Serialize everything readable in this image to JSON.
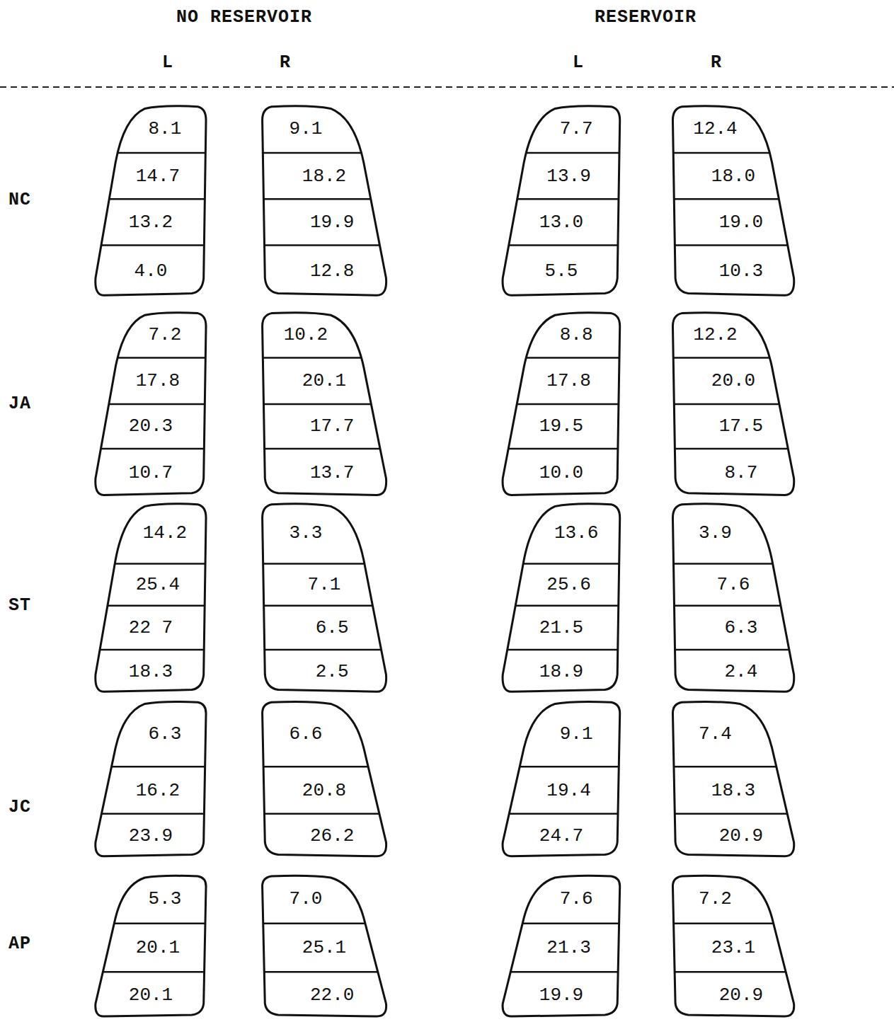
{
  "diagram": {
    "nodes": [
      {
        "text": []
      },
      {
        "text": [
          "8.1"
        ],
        "in": 0
      },
      {
        "text": [
          "14.7"
        ],
        "in": 0
      },
      {
        "text": [
          "13.2"
        ],
        "in": 0
      },
      {
        "text": [
          "4.0"
        ],
        "in": 0
      },
      {
        "text": []
      },
      {
        "text": [
          "9.1"
        ],
        "in": 5
      },
      {
        "text": [
          "18.2"
        ],
        "in": 5
      },
      {
        "text": [
          "19.9"
        ],
        "in": 5
      },
      {
        "text": [
          "12.8"
        ],
        "in": 5
      },
      {
        "text": []
      },
      {
        "text": [
          "7.7"
        ],
        "in": 10
      },
      {
        "text": [
          "13.9"
        ],
        "in": 10
      },
      {
        "text": [
          "13.0"
        ],
        "in": 10
      },
      {
        "text": [
          "5.5"
        ],
        "in": 10
      },
      {
        "text": []
      },
      {
        "text": [
          "12.4"
        ],
        "in": 15
      },
      {
        "text": [
          "18.0"
        ],
        "in": 15
      },
      {
        "text": [
          "19.0"
        ],
        "in": 15
      },
      {
        "text": [
          "10.3"
        ],
        "in": 15
      },
      {
        "text": []
      },
      {
        "text": [
          "7.2"
        ],
        "in": 20
      },
      {
        "text": [
          "17.8"
        ],
        "in": 20
      },
      {
        "text": [
          "20.3"
        ],
        "in": 20
      },
      {
        "text": [
          "10.7"
        ],
        "in": 20
      },
      {
        "text": []
      },
      {
        "text": [
          "10.2"
        ],
        "in": 25
      },
      {
        "text": [
          "20.1"
        ],
        "in": 25
      },
      {
        "text": [
          "17.7"
        ],
        "in": 25
      },
      {
        "text": [
          "13.7"
        ],
        "in": 25
      },
      {
        "text": []
      },
      {
        "text": [
          "8.8"
        ],
        "in": 30
      },
      {
        "text": [
          "17.8"
        ],
        "in": 30
      },
      {
        "text": [
          "19.5"
        ],
        "in": 30
      },
      {
        "text": [
          "10.0"
        ],
        "in": 30
      },
      {
        "text": []
      },
      {
        "text": [
          "12.2"
        ],
        "in": 35
      },
      {
        "text": [
          "20.0"
        ],
        "in": 35
      },
      {
        "text": [
          "17.5"
        ],
        "in": 35
      },
      {
        "text": [
          "8.7"
        ],
        "in": 35
      },
      {
        "text": []
      },
      {
        "text": [
          "14.2"
        ],
        "in": 40
      },
      {
        "text": [
          "25.4"
        ],
        "in": 40
      },
      {
        "text": [
          "22 7"
        ],
        "in": 40
      },
      {
        "text": [
          "18.3"
        ],
        "in": 40
      },
      {
        "text": []
      },
      {
        "text": [
          "3.3"
        ],
        "in": 45
      },
      {
        "text": [
          "7.1"
        ],
        "in": 45
      },
      {
        "text": [
          "6.5"
        ],
        "in": 45
      },
      {
        "text": [
          "2.5"
        ],
        "in": 45
      },
      {
        "text": []
      },
      {
        "text": [
          "13.6"
        ],
        "in": 50
      },
      {
        "text": [
          "25.6"
        ],
        "in": 50
      },
      {
        "text": [
          "21.5"
        ],
        "in": 50
      },
      {
        "text": [
          "18.9"
        ],
        "in": 50
      },
      {
        "text": []
      },
      {
        "text": [
          "3.9"
        ],
        "in": 55
      },
      {
        "text": [
          "7.6"
        ],
        "in": 55
      },
      {
        "text": [
          "6.3"
        ],
        "in": 55
      },
      {
        "text": [
          "2.4"
        ],
        "in": 55
      },
      {
        "text": []
      },
      {
        "text": [
          "6.3"
        ],
        "in": 60
      },
      {
        "text": [
          "16.2"
        ],
        "in": 60
      },
      {
        "text": [
          "23.9"
        ],
        "in": 60
      },
      {
        "text": []
      },
      {
        "text": [
          "6.6"
        ],
        "in": 64
      },
      {
        "text": [
          "20.8"
        ],
        "in": 64
      },
      {
        "text": [
          "26.2"
        ],
        "in": 64
      },
      {
        "text": []
      },
      {
        "text": [
          "9.1"
        ],
        "in": 68
      },
      {
        "text": [
          "19.4"
        ],
        "in": 68
      },
      {
        "text": [
          "24.7"
        ],
        "in": 68
      },
      {
        "text": []
      },
      {
        "text": [
          "7.4"
        ],
        "in": 72
      },
      {
        "text": [
          "18.3"
        ],
        "in": 72
      },
      {
        "text": [
          "20.9"
        ],
        "in": 72
      },
      {
        "text": []
      },
      {
        "text": [
          "5.3"
        ],
        "in": 76
      },
      {
        "text": [
          "20.1"
        ],
        "in": 76
      },
      {
        "text": [
          "20.1"
        ],
        "in": 76
      },
      {
        "text": []
      },
      {
        "text": [
          "7.0"
        ],
        "in": 80
      },
      {
        "text": [
          "25.1"
        ],
        "in": 80
      },
      {
        "text": [
          "22.0"
        ],
        "in": 80
      },
      {
        "text": []
      },
      {
        "text": [
          "7.6"
        ],
        "in": 84
      },
      {
        "text": [
          "21.3"
        ],
        "in": 84
      },
      {
        "text": [
          "19.9"
        ],
        "in": 84
      },
      {
        "text": []
      },
      {
        "text": [
          "7.2"
        ],
        "in": 88
      },
      {
        "text": [
          "23.1"
        ],
        "in": 88
      },
      {
        "text": [
          "20.9"
        ],
        "in": 88
      }
    ],
    "labels": [
      "NO RESERVOIR",
      "RESERVOIR",
      "L",
      "R",
      "L",
      "R",
      "NC",
      "JA",
      "ST",
      "JC",
      "AP"
    ]
  }
}
